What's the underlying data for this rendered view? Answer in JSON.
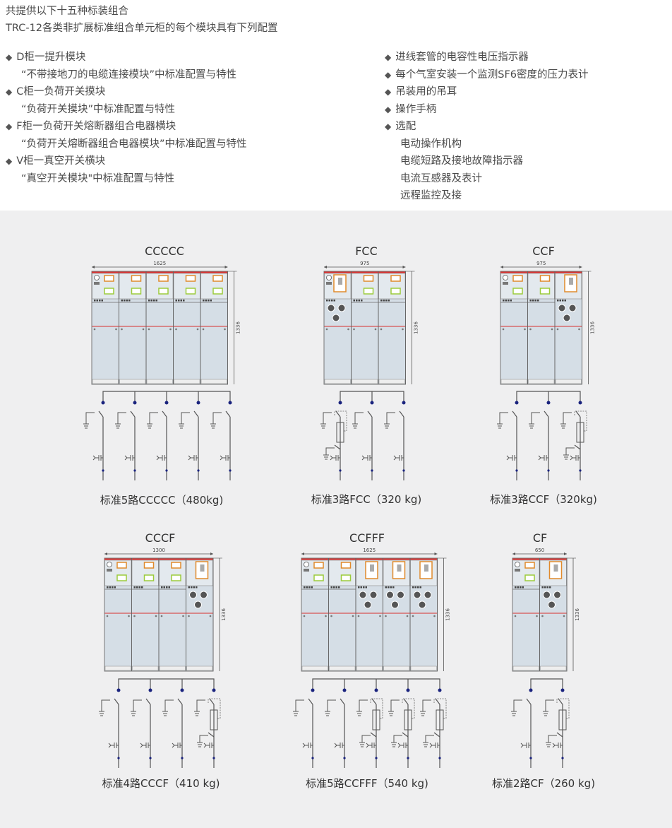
{
  "intro": {
    "line1": "共提供以下十五种标装组合",
    "line2": "TRC-12各类非扩展标准组合单元柜的每个模块具有下列配置"
  },
  "left_list": [
    {
      "bullet": true,
      "text": "D柜一提升模块"
    },
    {
      "bullet": false,
      "text": "“不带接地刀的电缆连接模块”中标准配置与特性"
    },
    {
      "bullet": true,
      "text": "C柜一负荷开关摸块"
    },
    {
      "bullet": false,
      "text": "“负荷开关摸块”中标准配置与特性"
    },
    {
      "bullet": true,
      "text": "F柜一负荷开关熔断器组合电器横块"
    },
    {
      "bullet": false,
      "text": "“负荷开关熔断器组合电器模块”中标准配置与特性"
    },
    {
      "bullet": true,
      "text": "V柜一真空开关横块"
    },
    {
      "bullet": false,
      "text": "“真空开关模块\"中标准配置与特性"
    }
  ],
  "right_list": [
    {
      "bullet": true,
      "text": "进线套管的电容性电压指示器"
    },
    {
      "bullet": true,
      "text": "每个气室安装一个监测SF6密度的压力表计"
    },
    {
      "bullet": true,
      "text": "吊装用的吊耳"
    },
    {
      "bullet": true,
      "text": "操作手柄"
    },
    {
      "bullet": true,
      "text": "选配"
    },
    {
      "bullet": false,
      "text": "电动操作机构"
    },
    {
      "bullet": false,
      "text": "电缆短路及接地故障指示器"
    },
    {
      "bullet": false,
      "text": "电流互感器及表计"
    },
    {
      "bullet": false,
      "text": "远程监控及接"
    }
  ],
  "combos": [
    {
      "title": "CCCCC",
      "width_dim": "1625",
      "height_dim": "1336",
      "modules": "CCCCC",
      "caption": "标准5路CCCCC（480kg)"
    },
    {
      "title": "FCC",
      "width_dim": "975",
      "height_dim": "1336",
      "modules": "FCC",
      "caption": "标准3路FCC（320 kg)"
    },
    {
      "title": "CCF",
      "width_dim": "975",
      "height_dim": "1336",
      "modules": "CCF",
      "caption": "标准3路CCF（320kg)"
    },
    {
      "title": "CCCF",
      "width_dim": "1300",
      "height_dim": "1336",
      "modules": "CCCF",
      "caption": "标准4路CCCF（410 kg)"
    },
    {
      "title": "CCFFF",
      "width_dim": "1625",
      "height_dim": "1336",
      "modules": "CCFFF",
      "caption": "标准5路CCFFF（540 kg)"
    },
    {
      "title": "CF",
      "width_dim": "650",
      "height_dim": "1336",
      "modules": "CF",
      "caption": "标准2路CF（260 kg)"
    }
  ],
  "colors": {
    "red": "#d9302f",
    "panel": "#d5dee6",
    "orange": "#e08a2c",
    "green": "#9ccb3b",
    "bus_dot": "#1a237e"
  }
}
